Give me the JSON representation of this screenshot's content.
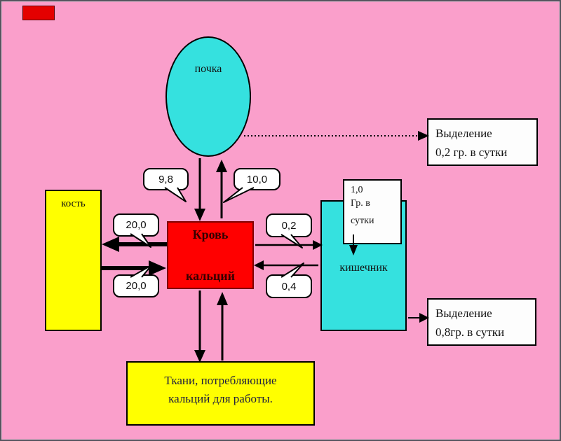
{
  "diagram": {
    "title_hint": "calcium-metabolism-flow-diagram",
    "nodes": {
      "kidney": {
        "label": "почка"
      },
      "bone": {
        "label": "кость"
      },
      "blood": {
        "line1": "Кровь",
        "line2": "кальций"
      },
      "intestine": {
        "label": "кишечник"
      },
      "tissues": {
        "line1": "Ткани, потребляющие",
        "line2": "кальций для работы."
      },
      "excretion_top": {
        "line1": "Выделение",
        "line2": "0,2 гр. в сутки"
      },
      "excretion_bottom": {
        "line1": "Выделение",
        "line2": "0,8гр. в сутки"
      },
      "intake": {
        "line1": "1,0",
        "line2": "Гр. в",
        "line3": "сутки"
      }
    },
    "callouts": {
      "kidney_filtration": "9,8",
      "kidney_reabsorption": "10,0",
      "blood_to_bone": "20,0",
      "bone_to_blood": "20,0",
      "blood_to_intestine": "0,2",
      "intestine_to_blood": "0,4"
    },
    "colors": {
      "background": "#FA9FCB",
      "cyan_nodes": "#35E1DF",
      "red_node": "#FF0000",
      "yellow_nodes": "#FFFF00",
      "white_boxes": "#FFFFFF",
      "lines": "#000000"
    }
  }
}
